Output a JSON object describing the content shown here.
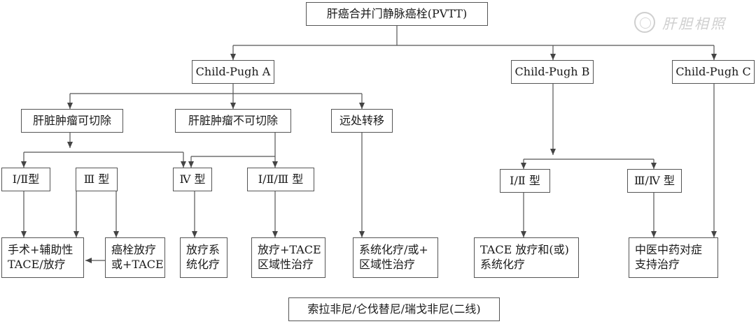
{
  "diagram": {
    "root": "肝癌合并门静脉癌栓(PVTT)",
    "child_pugh_a": "Child-Pugh A",
    "child_pugh_b": "Child-Pugh B",
    "child_pugh_c": "Child-Pugh C",
    "resectable": "肝脏肿瘤可切除",
    "unresectable": "肝脏肿瘤不可切除",
    "metastasis": "远处转移",
    "a_type_1_2": "Ⅰ/Ⅱ型",
    "a_type_3": "Ⅲ 型",
    "a_type_4": "Ⅳ 型",
    "a_type_1_2_3": "Ⅰ/Ⅱ/Ⅲ 型",
    "b_type_1_2": "Ⅰ/Ⅱ 型",
    "b_type_3_4": "Ⅲ/Ⅳ 型",
    "surgery": "手术+辅助性\nTACE/放疗",
    "thrombus_rt": "癌栓放疗\n或+TACE",
    "rt_systemic": "放疗系\n统化疗",
    "rt_tace_regional": "放疗+TACE\n区域性治疗",
    "systemic_or_regional": "系统化疗/或+\n区域性治疗",
    "tace_rt_systemic": "TACE 放疗和(或)\n系统化疗",
    "tcm_support": "中医中药对症\n支持治疗",
    "second_line": "索拉非尼/仑伐替尼/瑞戈非尼(二线)"
  },
  "watermark": {
    "text": "肝胆相照"
  }
}
